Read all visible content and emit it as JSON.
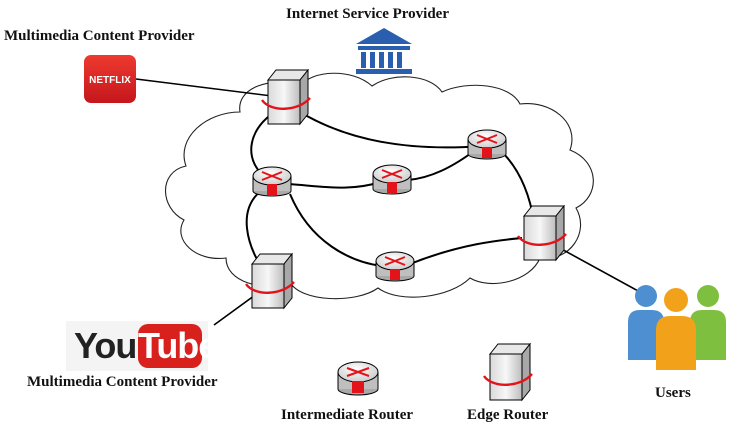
{
  "labels": {
    "isp": "Internet Service Provider",
    "provider_top": "Multimedia Content Provider",
    "provider_bottom": "Multimedia Content Provider",
    "users": "Users",
    "legend_intermediate": "Intermediate Router",
    "legend_edge": "Edge Router"
  },
  "logos": {
    "netflix": "NETFLIX",
    "youtube_you": "You",
    "youtube_tube": "Tube"
  },
  "colors": {
    "netflix_red": "#e0231f",
    "youtube_red": "#d8211d",
    "router_red": "#e4131a",
    "isp_blue": "#2a5fb0",
    "user_blue": "#4d8fd0",
    "user_green": "#7fbf3f",
    "user_orange": "#f2a21a"
  },
  "icons": [
    "bank-icon",
    "netflix-logo",
    "youtube-logo",
    "router-icon",
    "edge-server-icon",
    "users-icon"
  ]
}
